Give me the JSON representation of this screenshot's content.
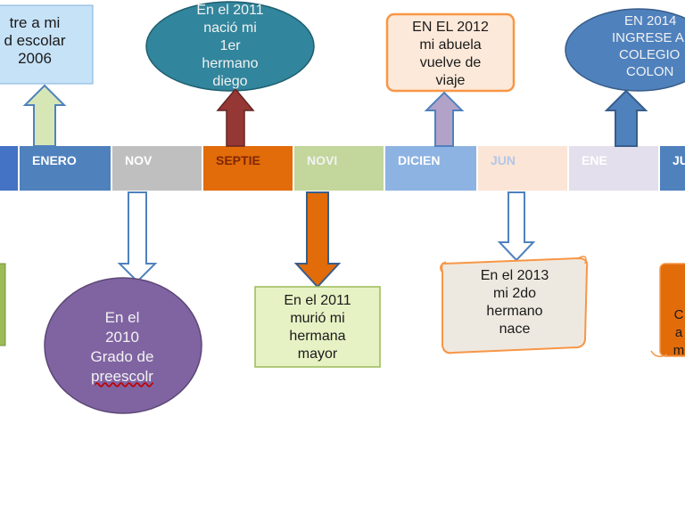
{
  "timeline": {
    "segments": [
      {
        "label": "",
        "color": "#4472c4"
      },
      {
        "label": "ENERO",
        "color": "#4f81bd"
      },
      {
        "label": "NOV",
        "color": "#bfbfbf"
      },
      {
        "label": "SEPTIE",
        "color": "#e26b0a"
      },
      {
        "label": "NOVI",
        "color": "#c3d69b"
      },
      {
        "label": "DICIEN",
        "color": "#8db3e2"
      },
      {
        "label": "JUN",
        "color": "#fbe5d6"
      },
      {
        "label": "ENE",
        "color": "#e4dfec"
      },
      {
        "label": "JU",
        "color": "#4f81bd"
      }
    ]
  },
  "events": {
    "enero": {
      "lines": [
        "tre a mi",
        "d escolar",
        "2006"
      ]
    },
    "nov": {
      "lines": [
        "En el",
        "2010",
        "Grado de",
        "preescolr"
      ]
    },
    "septie": {
      "lines": [
        "En el 2011",
        "nació mi",
        "1er",
        "hermano",
        "diego"
      ]
    },
    "novi": {
      "lines": [
        "En el 2011",
        "murió mi",
        "hermana",
        "mayor"
      ]
    },
    "dicien": {
      "lines": [
        "EN EL 2012",
        "mi abuela",
        "vuelve de",
        "viaje"
      ]
    },
    "jun": {
      "lines": [
        "En el 2013",
        "mi 2do",
        "hermano",
        "nace"
      ]
    },
    "ene": {
      "lines": [
        "EN 2014",
        "INGRESE A",
        "COLEGIO",
        "COLON"
      ]
    },
    "ju": {
      "lines": [
        "C",
        "a",
        "m"
      ]
    }
  }
}
